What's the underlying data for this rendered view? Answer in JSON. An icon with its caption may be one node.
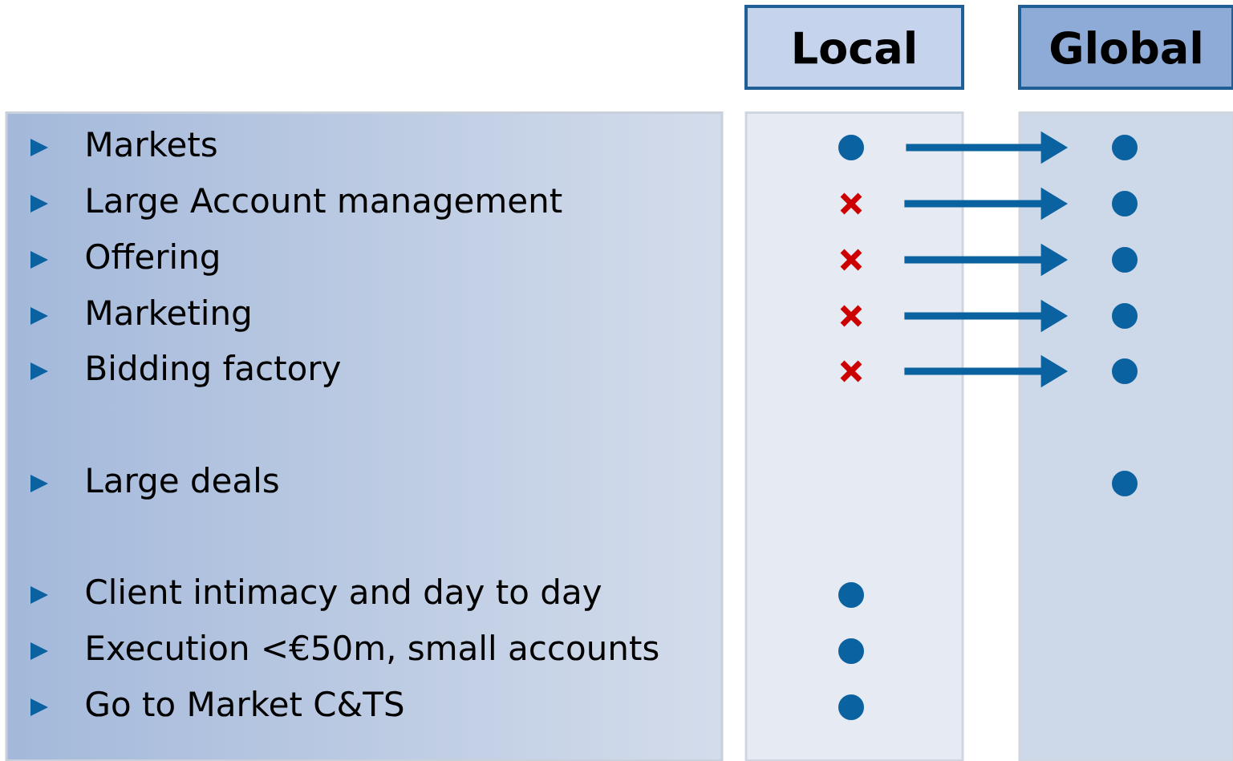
{
  "diagram": {
    "nodes": [
      {
        "text": [
          "Local"
        ]
      },
      {
        "text": [
          "Global"
        ]
      },
      {
        "text": [],
        "shape": "box"
      },
      {
        "text": [
          "Markets"
        ],
        "in": 2
      },
      {
        "text": [
          "Large Account management"
        ],
        "in": 2
      },
      {
        "text": [
          "Offering"
        ],
        "in": 2
      },
      {
        "text": [
          "Marketing"
        ],
        "in": 2
      },
      {
        "text": [
          "Bidding factory"
        ],
        "in": 2
      },
      {
        "text": [
          "Large deals"
        ],
        "in": 2
      },
      {
        "text": [
          "Client intimacy and day to day"
        ],
        "in": 2
      },
      {
        "text": [
          "Execution <€50m, small accounts"
        ],
        "in": 2
      },
      {
        "text": [
          "Go to Market C&TS"
        ],
        "in": 2
      },
      {
        "text": [],
        "shape": "box"
      },
      {
        "text": [],
        "shape": "box"
      },
      {
        "text": [],
        "shape": "circle",
        "in": 12
      },
      {
        "text": [],
        "shape": "circle",
        "in": 13
      },
      {
        "text": [],
        "shape": "cross",
        "in": 12
      },
      {
        "text": [],
        "shape": "circle",
        "in": 13
      },
      {
        "text": [],
        "shape": "cross",
        "in": 12
      },
      {
        "text": [],
        "shape": "circle",
        "in": 13
      },
      {
        "text": [],
        "shape": "cross",
        "in": 12
      },
      {
        "text": [],
        "shape": "circle",
        "in": 13
      },
      {
        "text": [],
        "shape": "cross",
        "in": 12
      },
      {
        "text": [],
        "shape": "circle",
        "in": 13
      },
      {
        "text": [],
        "shape": "circle",
        "in": 13
      },
      {
        "text": [],
        "shape": "circle",
        "in": 12
      },
      {
        "text": [],
        "shape": "circle",
        "in": 12
      },
      {
        "text": [],
        "shape": "circle",
        "in": 12
      }
    ],
    "edges": [
      {
        "from": 14,
        "to": 15,
        "arrow": "to"
      },
      {
        "from": 16,
        "to": 17,
        "arrow": "to"
      },
      {
        "from": 18,
        "to": 19,
        "arrow": "to"
      },
      {
        "from": 20,
        "to": 21,
        "arrow": "to"
      },
      {
        "from": 22,
        "to": 23,
        "arrow": "to"
      }
    ]
  }
}
